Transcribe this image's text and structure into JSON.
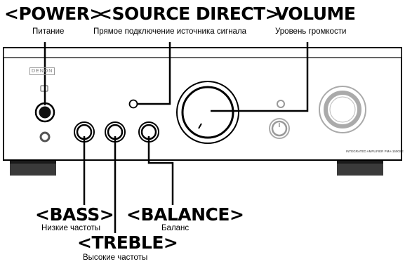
{
  "device": {
    "brand": "DENON",
    "model_text": "INTEGRATED AMPLIFIER PMA-1500SE"
  },
  "labels": {
    "power": {
      "title": "<POWER>",
      "subtitle": "Питание"
    },
    "source_direct": {
      "title": "<SOURCE DIRECT>",
      "subtitle": "Прямое подключение источника сигнала"
    },
    "volume": {
      "title": "VOLUME",
      "subtitle": "Уровень громкости"
    },
    "bass": {
      "title": "<BASS>",
      "subtitle": "Низкие частоты"
    },
    "balance": {
      "title": "<BALANCE>",
      "subtitle": "Баланс"
    },
    "treble": {
      "title": "<TREBLE>",
      "subtitle": "Высокие частоты"
    }
  }
}
